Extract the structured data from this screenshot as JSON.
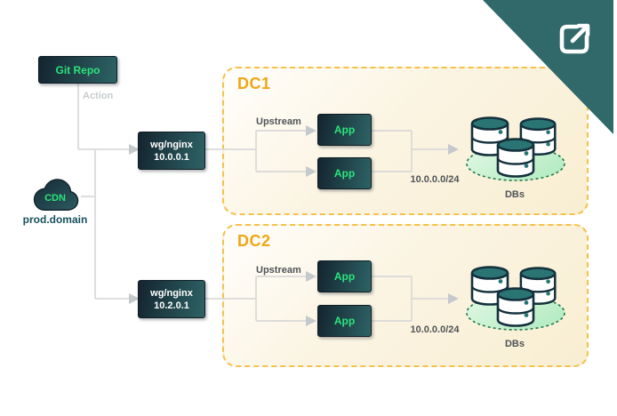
{
  "git_repo": {
    "label": "Git Repo"
  },
  "action_label": "Action",
  "cdn": {
    "label": "CDN",
    "domain": "prod.domain"
  },
  "dc1": {
    "title": "DC1",
    "gateway": {
      "name": "wg/nginx",
      "ip": "10.0.0.1"
    },
    "upstream_label": "Upstream",
    "apps": [
      "App",
      "App"
    ],
    "subnet_label": "10.0.0.0/24",
    "dbs_label": "DBs"
  },
  "dc2": {
    "title": "DC2",
    "gateway": {
      "name": "wg/nginx",
      "ip": "10.2.0.1"
    },
    "upstream_label": "Upstream",
    "apps": [
      "App",
      "App"
    ],
    "subnet_label": "10.0.0.0/24",
    "dbs_label": "DBs"
  },
  "corner": {
    "icon": "external-link-icon"
  },
  "colors": {
    "accent_green": "#2be47a",
    "node_dark": "#14242f",
    "node_teal": "#2d6365",
    "panel_border": "#f6c14a",
    "panel_title_orange": "#f0a617",
    "panel_bg": "#f9efd6",
    "connector_gray": "#d9d9d9",
    "corner_teal": "#31696b",
    "db_teal": "#2a7474",
    "db_platform_green": "#b5ecc3",
    "db_platform_border": "#1e7a4a",
    "domain_text": "#17505d",
    "muted_text": "#4e5357",
    "action_text": "#c7cbce"
  }
}
